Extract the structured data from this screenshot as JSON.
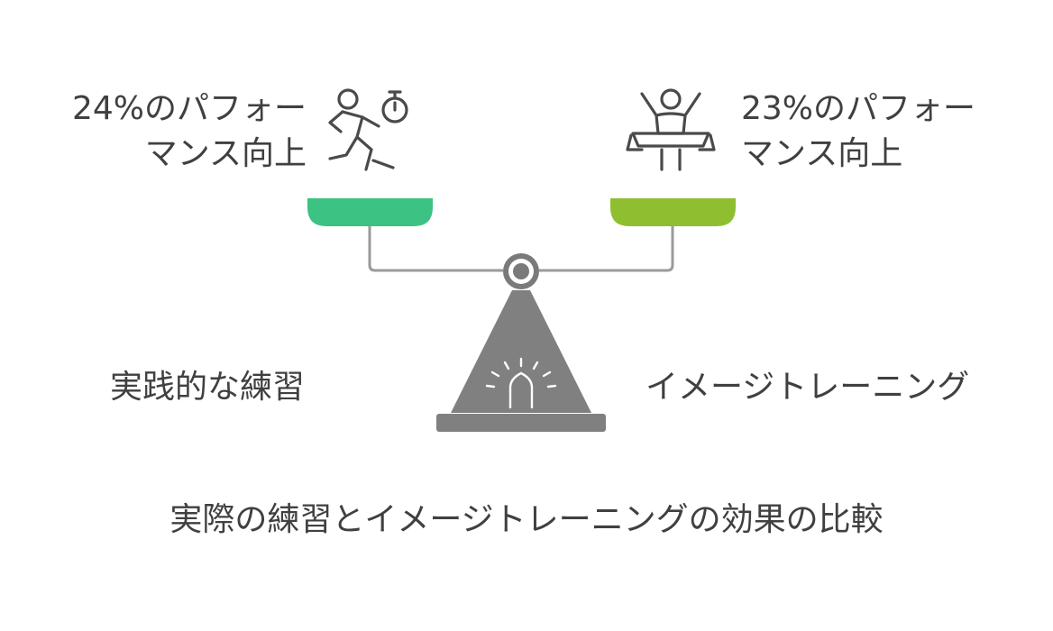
{
  "left": {
    "stat_line1": "24%のパフォー",
    "stat_line2": "マンス向上",
    "label": "実践的な練習",
    "icon": "running-person-stopwatch-icon",
    "pan_color": "#3cc282"
  },
  "right": {
    "stat_line1": "23%のパフォー",
    "stat_line2": "マンス向上",
    "label": "イメージトレーニング",
    "icon": "winner-finish-line-icon",
    "pan_color": "#8fbf30"
  },
  "caption": "実際の練習とイメージトレーニングの効果の比較",
  "colors": {
    "text": "#404040",
    "structure": "#7a7a7a",
    "base": "#808080"
  }
}
